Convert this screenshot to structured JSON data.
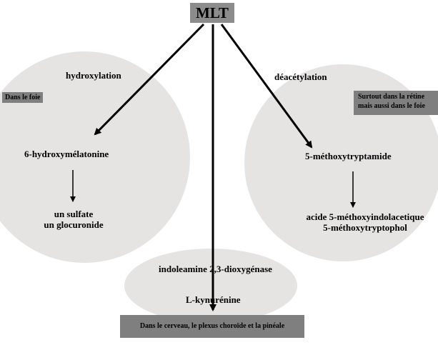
{
  "center_node": "MLT",
  "left_cluster": {
    "process": "hydroxylation",
    "location": "Dans le foie",
    "product": "6-hydroxymélatonine",
    "conjugates": [
      "un sulfate",
      "un glocuronide"
    ]
  },
  "right_cluster": {
    "process": "déacétylation",
    "location": [
      "Surtout dans la rétine",
      "mais aussi dans le foie"
    ],
    "product": "5-méthoxytryptamide",
    "metabolites": [
      "acide 5-méthoxyindolacetique",
      "5-méthoxytryptophol"
    ]
  },
  "bottom_cluster": {
    "process": "indoleamine 2,3-dioxygénase",
    "product": "L-kynurénine",
    "location": "Dans le cerveau, le plexus choroïde et la pinéale"
  },
  "colors": {
    "region_fill": "#e6e3e3",
    "box_fill": "#7f7f7f",
    "stroke": "#000000"
  }
}
